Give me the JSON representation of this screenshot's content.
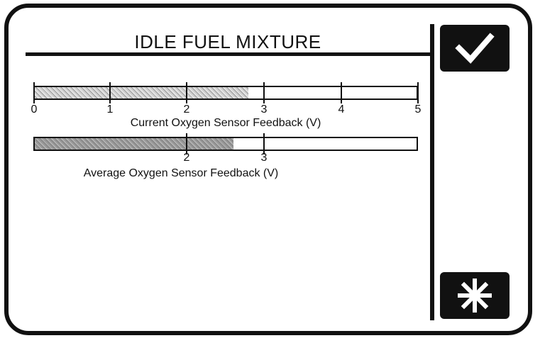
{
  "screen": {
    "title": "IDLE FUEL MIXTURE"
  },
  "gauges": [
    {
      "caption": "Current Oxygen Sensor Feedback  (V)",
      "value_volts": 2.8,
      "min": 0,
      "max": 5,
      "tick_labels": [
        "0",
        "1",
        "2",
        "3",
        "4",
        "5"
      ]
    },
    {
      "caption": "Average Oxygen Sensor Feedback  (V)",
      "value_volts": 2.6,
      "min": 0,
      "max": 5,
      "tick_labels": [
        "2",
        "3"
      ]
    }
  ],
  "softkeys": {
    "ok_icon": "checkmark-icon",
    "star_icon": "asterisk-icon"
  },
  "colors": {
    "frame": "#111111",
    "background": "#ffffff"
  }
}
